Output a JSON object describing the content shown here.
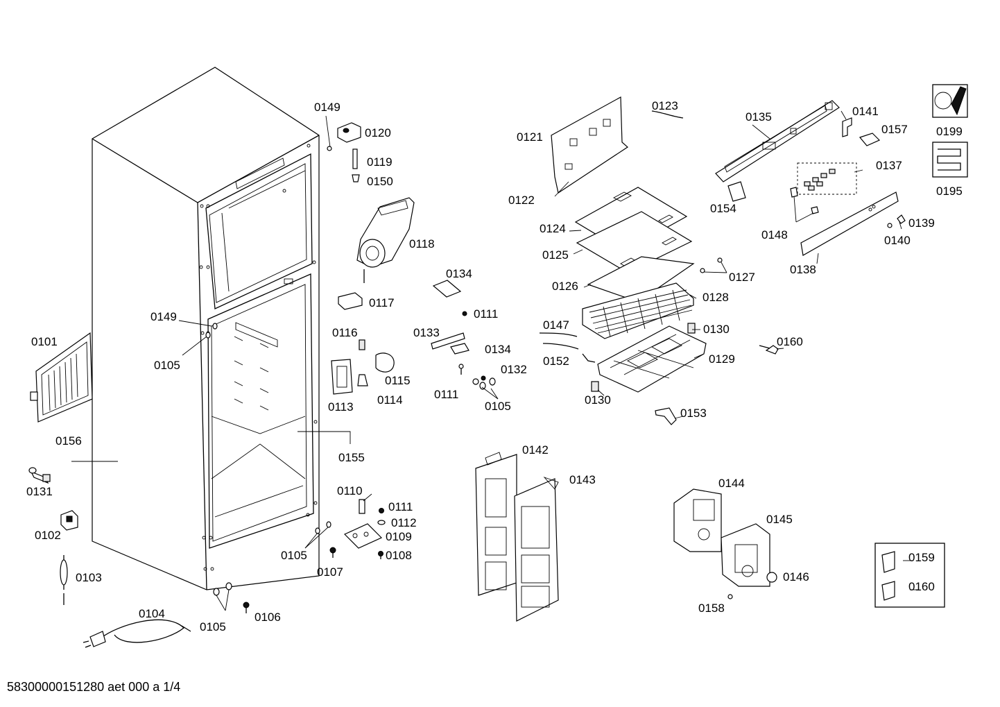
{
  "footer": "58300000151280 aet 000 a 1/4",
  "labels": {
    "p0101": "0101",
    "p0102": "0102",
    "p0103": "0103",
    "p0104": "0104",
    "p0105a": "0105",
    "p0105b": "0105",
    "p0105c": "0105",
    "p0105d": "0105",
    "p0106": "0106",
    "p0107": "0107",
    "p0108": "0108",
    "p0109": "0109",
    "p0110": "0110",
    "p0111a": "0111",
    "p0111b": "0111",
    "p0111c": "0111",
    "p0112": "0112",
    "p0113": "0113",
    "p0114": "0114",
    "p0115": "0115",
    "p0116": "0116",
    "p0117": "0117",
    "p0118": "0118",
    "p0119": "0119",
    "p0120": "0120",
    "p0121": "0121",
    "p0122": "0122",
    "p0123": "0123",
    "p0124": "0124",
    "p0125": "0125",
    "p0126": "0126",
    "p0127": "0127",
    "p0128": "0128",
    "p0129": "0129",
    "p0130a": "0130",
    "p0130b": "0130",
    "p0131": "0131",
    "p0132": "0132",
    "p0133": "0133",
    "p0134a": "0134",
    "p0134b": "0134",
    "p0135": "0135",
    "p0137": "0137",
    "p0138": "0138",
    "p0139": "0139",
    "p0140": "0140",
    "p0141": "0141",
    "p0142": "0142",
    "p0143": "0143",
    "p0144": "0144",
    "p0145": "0145",
    "p0146": "0146",
    "p0147": "0147",
    "p0148": "0148",
    "p0149a": "0149",
    "p0149b": "0149",
    "p0150": "0150",
    "p0152": "0152",
    "p0153": "0153",
    "p0154": "0154",
    "p0155": "0155",
    "p0156": "0156",
    "p0157": "0157",
    "p0158": "0158",
    "p0159": "0159",
    "p0160a": "0160",
    "p0160b": "0160",
    "p0195": "0195",
    "p0199": "0199"
  }
}
